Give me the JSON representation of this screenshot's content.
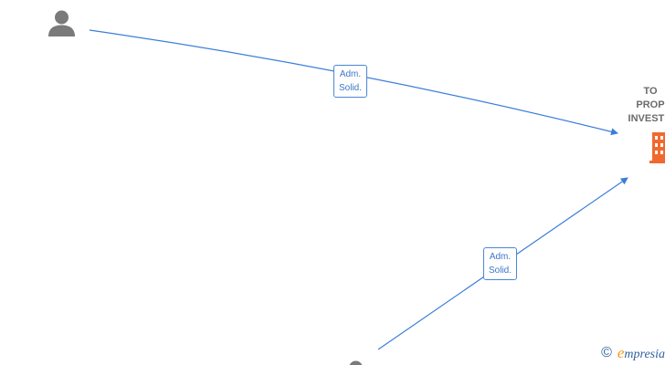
{
  "diagram": {
    "company_node": {
      "name_lines": [
        "TO",
        "PROP",
        "INVESTM"
      ]
    },
    "person_nodes": [
      {
        "id": "person-top",
        "icon": "person-icon"
      },
      {
        "id": "person-bottom",
        "icon": "person-icon"
      }
    ],
    "edges": [
      {
        "id": "edge-top",
        "from": "person-top",
        "to": "company",
        "label_line1": "Adm.",
        "label_line2": "Solid."
      },
      {
        "id": "edge-bottom",
        "from": "person-bottom",
        "to": "company",
        "label_line1": "Adm.",
        "label_line2": "Solid."
      }
    ],
    "colors": {
      "edge": "#3b7dd8",
      "person": "#7a7a7a",
      "company_icon": "#f06a2f",
      "company_text": "#6b6b6b"
    }
  },
  "footer": {
    "copyright": "©",
    "brand_first_letter": "e",
    "brand_rest": "mpresia"
  }
}
